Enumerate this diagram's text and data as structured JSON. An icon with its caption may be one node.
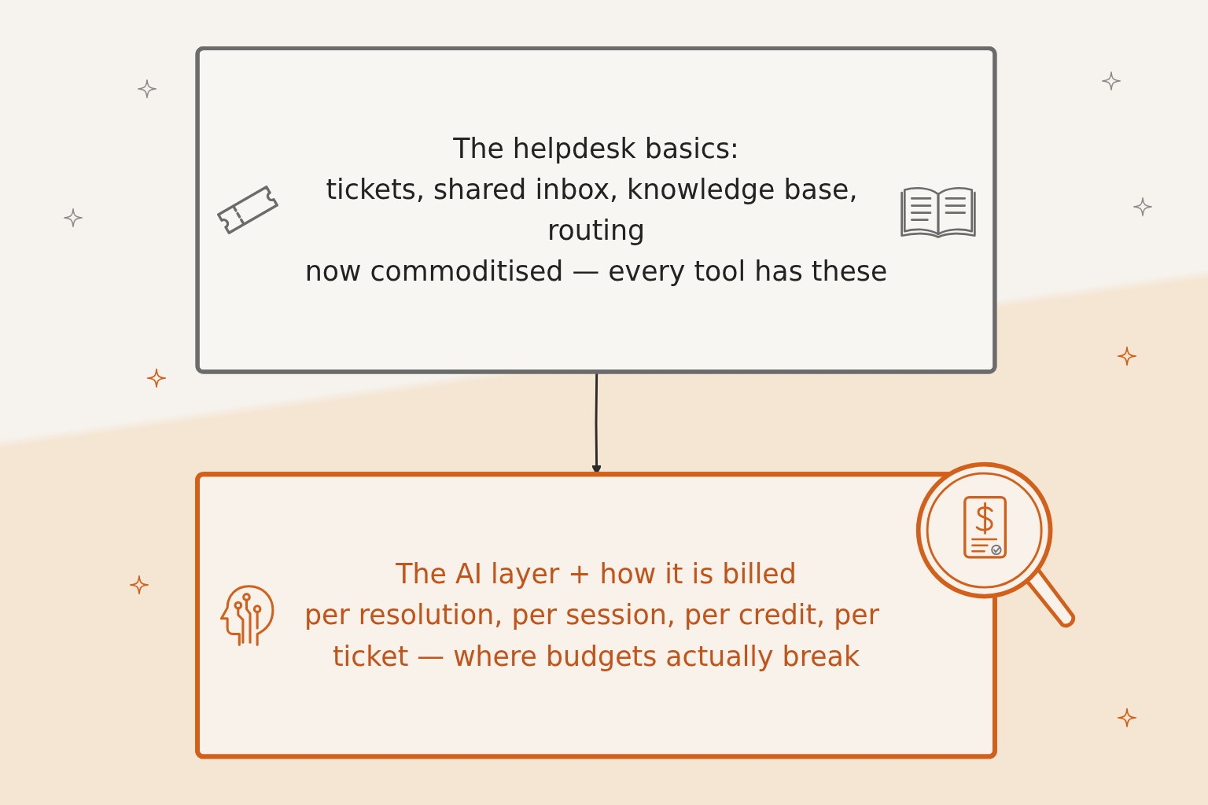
{
  "diagram": {
    "nodes": [
      {
        "text": [
          "The helpdesk basics:",
          "tickets, shared inbox, knowledge base, routing",
          "now commoditised — every tool has these"
        ]
      },
      {
        "text": [
          "The AI layer + how it is billed",
          "per resolution, per session, per credit, per ticket — where budgets actually break"
        ]
      }
    ],
    "edges": [
      {
        "from": 0,
        "to": 1,
        "arrow": "to"
      }
    ]
  }
}
